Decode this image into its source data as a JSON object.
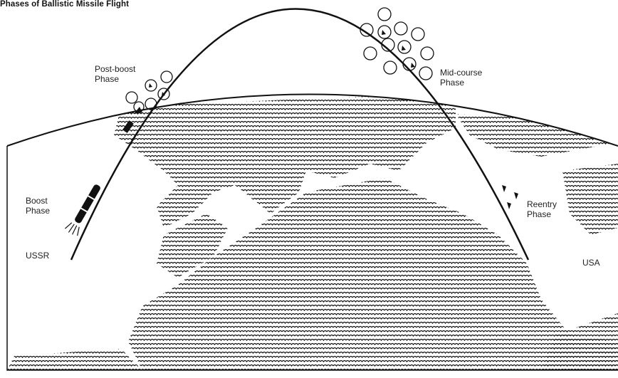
{
  "title": "Phases of Ballistic Missile Flight",
  "labels": {
    "post_boost": [
      "Post-boost",
      "Phase"
    ],
    "mid_course": [
      "Mid-course",
      "Phase"
    ],
    "boost": [
      "Boost",
      "Phase"
    ],
    "reentry": [
      "Reentry",
      "Phase"
    ],
    "launch_site": "USSR",
    "target": "USA"
  },
  "colors": {
    "ink": "#111111",
    "background": "#ffffff"
  }
}
